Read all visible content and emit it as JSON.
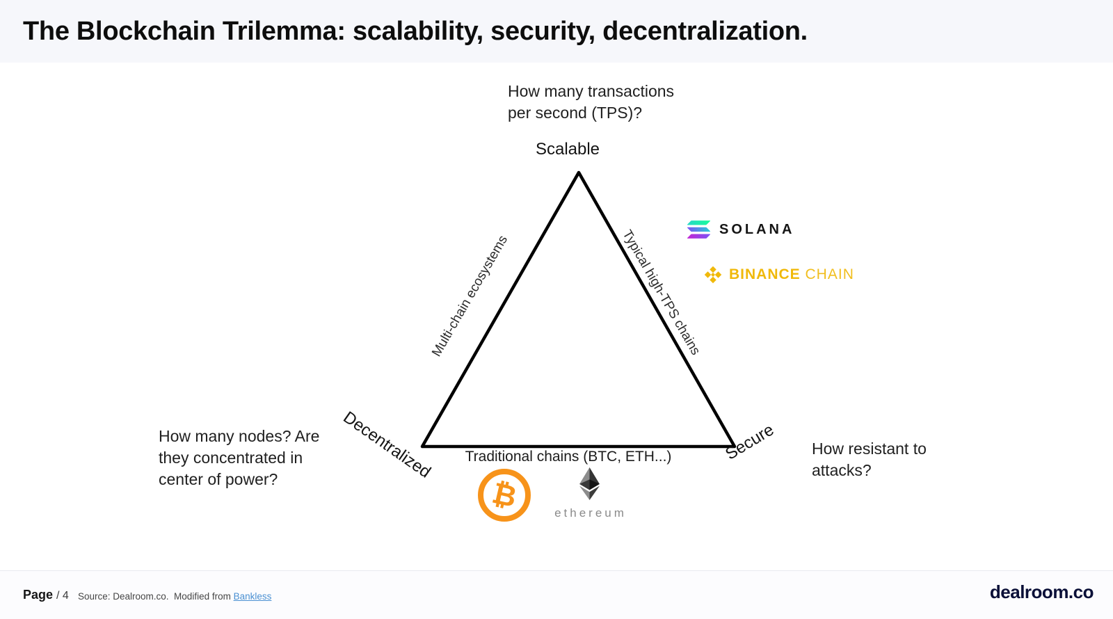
{
  "header": {
    "title": "The Blockchain Trilemma: scalability, security, decentralization."
  },
  "diagram": {
    "top": {
      "annotation": "How many transactions\nper second (TPS)?",
      "label": "Scalable"
    },
    "left": {
      "annotation": "How many nodes? Are\nthey concentrated in\ncenter of power?",
      "label": "Decentralized"
    },
    "right": {
      "annotation": "How resistant to\nattacks?",
      "label": "Secure"
    },
    "edge_left": "Multi-chain ecosystems",
    "edge_right": "Typical high-TPS chains",
    "edge_bottom": "Traditional chains (BTC, ETH...)",
    "logos": {
      "solana": {
        "wordmark": "SOLANA"
      },
      "binance": {
        "word_primary": "BINANCE",
        "word_secondary": "CHAIN"
      },
      "bitcoin": {
        "symbol": "₿"
      },
      "ethereum": {
        "wordmark": "ethereum"
      }
    }
  },
  "footer": {
    "page_label": "Page",
    "page_number": "/ 4",
    "source_prefix": "Source: Dealroom.co.  Modified from ",
    "source_link": "Bankless",
    "brand": "dealroom.co"
  },
  "colors": {
    "bitcoin_orange": "#F7931A",
    "binance_gold": "#F0B90B",
    "solana_green": "#19FB9B",
    "solana_blue": "#28CCD6",
    "solana_purple": "#9945FF",
    "ethereum_dark": "#343434",
    "ethereum_gray": "#8C8C8C",
    "link_blue": "#4A90D2",
    "brand_navy": "#0B1038",
    "header_bg": "#F6F7FB"
  }
}
